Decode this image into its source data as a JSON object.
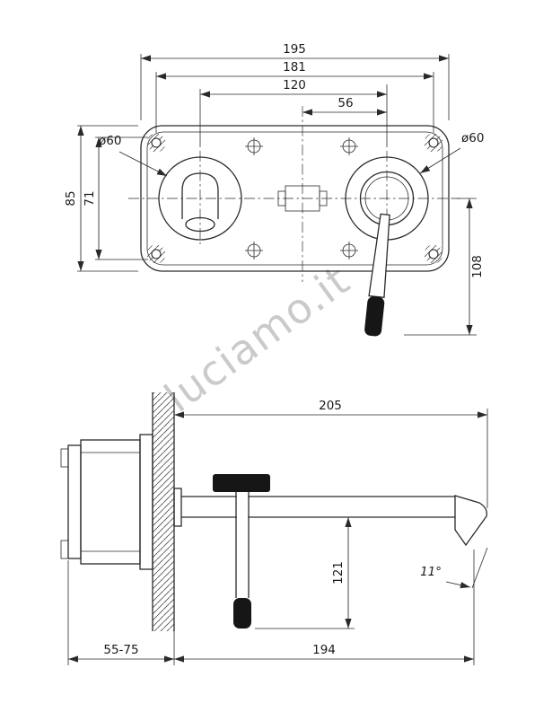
{
  "watermark": "luciamo.it",
  "front_view": {
    "dim_overall_width": "195",
    "dim_hole_spacing": "181",
    "dim_center_spacing": "120",
    "dim_half_spacing": "56",
    "dim_overall_height": "85",
    "dim_inner_height": "71",
    "dim_left_diameter": "ø60",
    "dim_right_diameter": "ø60",
    "dim_handle_length": "108"
  },
  "side_view": {
    "dim_spout_reach": "205",
    "dim_handle_drop": "121",
    "dim_reach_lower": "194",
    "dim_wall_depth_range": "55-75",
    "dim_spout_angle": "11°"
  }
}
